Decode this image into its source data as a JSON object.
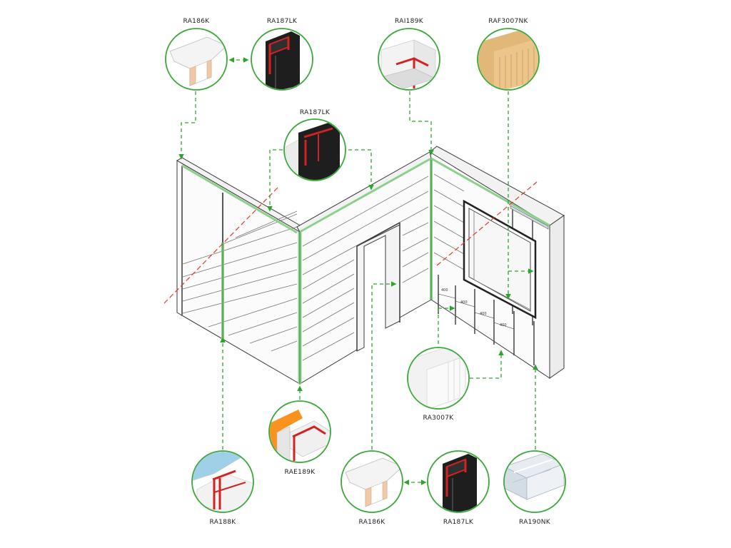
{
  "colors": {
    "leader": "#2da52d",
    "circle": "#3aa83a",
    "section_line": "#e03a2e",
    "wall_line": "#3a3a3a",
    "trim": "#8cd08c",
    "gasket": "#d22323",
    "foam": "#f7931e",
    "glass_blue": "#9fd0e8",
    "wood": "#e2b878"
  },
  "parts": [
    {
      "code": "RA186K",
      "icon": "white-u-profile-icon"
    },
    {
      "code": "RA187LK",
      "icon": "black-profile-with-red-gasket-icon"
    },
    {
      "code": "RAI189K",
      "icon": "inner-corner-profile-icon"
    },
    {
      "code": "RAF3007NK",
      "icon": "wood-panel-end-icon"
    },
    {
      "code": "RA187LK",
      "icon": "black-profile-with-red-gasket-icon"
    },
    {
      "code": "RA3007K",
      "icon": "white-hollow-panel-icon"
    },
    {
      "code": "RAE189K",
      "icon": "outer-corner-profile-icon"
    },
    {
      "code": "RA188K",
      "icon": "h-joint-profile-icon"
    },
    {
      "code": "RA186K",
      "icon": "white-u-profile-icon"
    },
    {
      "code": "RA187LK",
      "icon": "black-profile-with-red-gasket-icon"
    },
    {
      "code": "RA190NK",
      "icon": "clear-rail-profile-icon"
    }
  ],
  "dimensions": [
    "400",
    "400",
    "400",
    "400"
  ]
}
